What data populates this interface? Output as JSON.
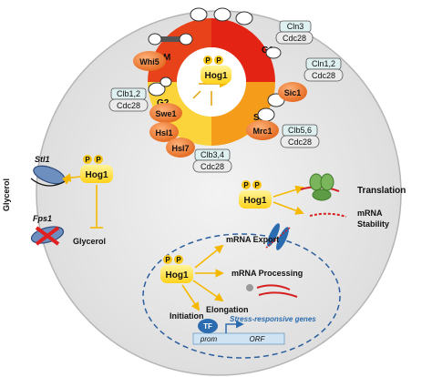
{
  "cycle": {
    "phases": {
      "g1": "G1",
      "s": "S",
      "g2": "G2",
      "m": "M"
    },
    "hog1_center": {
      "p1": "P",
      "p2": "P",
      "label": "Hog1"
    },
    "regulators": {
      "whi5": "Whi5",
      "sic1": "Sic1",
      "swe1": "Swe1",
      "hsl1": "Hsl1",
      "hsl7": "Hsl7",
      "mrc1": "Mrc1"
    },
    "complexes": {
      "cln3": {
        "top": "Cln3",
        "bottom": "Cdc28"
      },
      "cln12": {
        "top": "Cln1,2",
        "bottom": "Cdc28"
      },
      "clb12": {
        "top": "Clb1,2",
        "bottom": "Cdc28"
      },
      "clb56": {
        "top": "Clb5,6",
        "bottom": "Cdc28"
      },
      "clb34": {
        "top": "Clb3,4",
        "bottom": "Cdc28"
      }
    }
  },
  "membrane": {
    "glycerol_side": "Glycerol",
    "stl1": "Stl1",
    "fps1": "Fps1",
    "glycerol_inside": "Glycerol",
    "hog1": {
      "p1": "P",
      "p2": "P",
      "label": "Hog1"
    }
  },
  "cytoplasm": {
    "hog1": {
      "p1": "P",
      "p2": "P",
      "label": "Hog1"
    },
    "translation": "Translation",
    "mrna_stability_l1": "mRNA",
    "mrna_stability_l2": "Stability"
  },
  "nucleus": {
    "hog1": {
      "p1": "P",
      "p2": "P",
      "label": "Hog1"
    },
    "mrna_export": "mRNA Export",
    "mrna_processing": "mRNA Processing",
    "elongation": "Elongation",
    "initiation": "Initiation",
    "tf": "TF",
    "prom": "prom",
    "orf": "ORF",
    "stress_genes": "Stress-responsive genes"
  },
  "colors": {
    "hog1_fill": "#ffe44d",
    "phospho": "#f5c518",
    "cyclin_box": "#dff0f0",
    "regulator": "#f08a3c",
    "arrow": "#f5b800"
  }
}
